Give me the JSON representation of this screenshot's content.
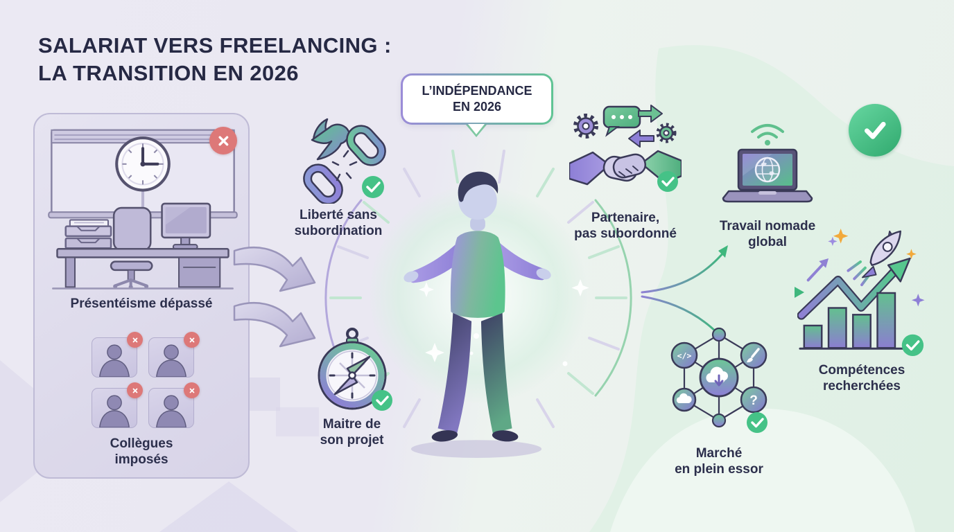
{
  "title": {
    "line1": "SALARIAT VERS FREELANCING :",
    "line2": "LA TRANSITION EN 2026"
  },
  "bubble": {
    "line1": "L’INDÉPENDANCE",
    "line2": "EN 2026"
  },
  "left_panel": {
    "presenteisme_caption": "Présentéisme dépassé",
    "collegues_line1": "Collègues",
    "collegues_line2": "imposés"
  },
  "benefits": {
    "liberte": {
      "line1": "Liberté sans",
      "line2": "subordination"
    },
    "maitre": {
      "line1": "Maitre de",
      "line2": "son projet"
    },
    "partenaire": {
      "line1": "Partenaire,",
      "line2": "pas subordonné"
    },
    "nomade": {
      "line1": "Travail nomade",
      "line2": "global"
    },
    "marche": {
      "line1": "Marché",
      "line2": "en plein essor"
    },
    "competences": {
      "line1": "Compétences",
      "line2": "recherchées"
    }
  },
  "network_nodes": {
    "code": "</>",
    "question": "?"
  },
  "colors": {
    "purple": "#8d7fd6",
    "green": "#4fc88c",
    "navy": "#2a2c47",
    "red_badge": "#dd7878",
    "panel_fill": "#dddaeb",
    "bg_left": "#ebe9f3",
    "bg_right": "#e9f1ec"
  }
}
